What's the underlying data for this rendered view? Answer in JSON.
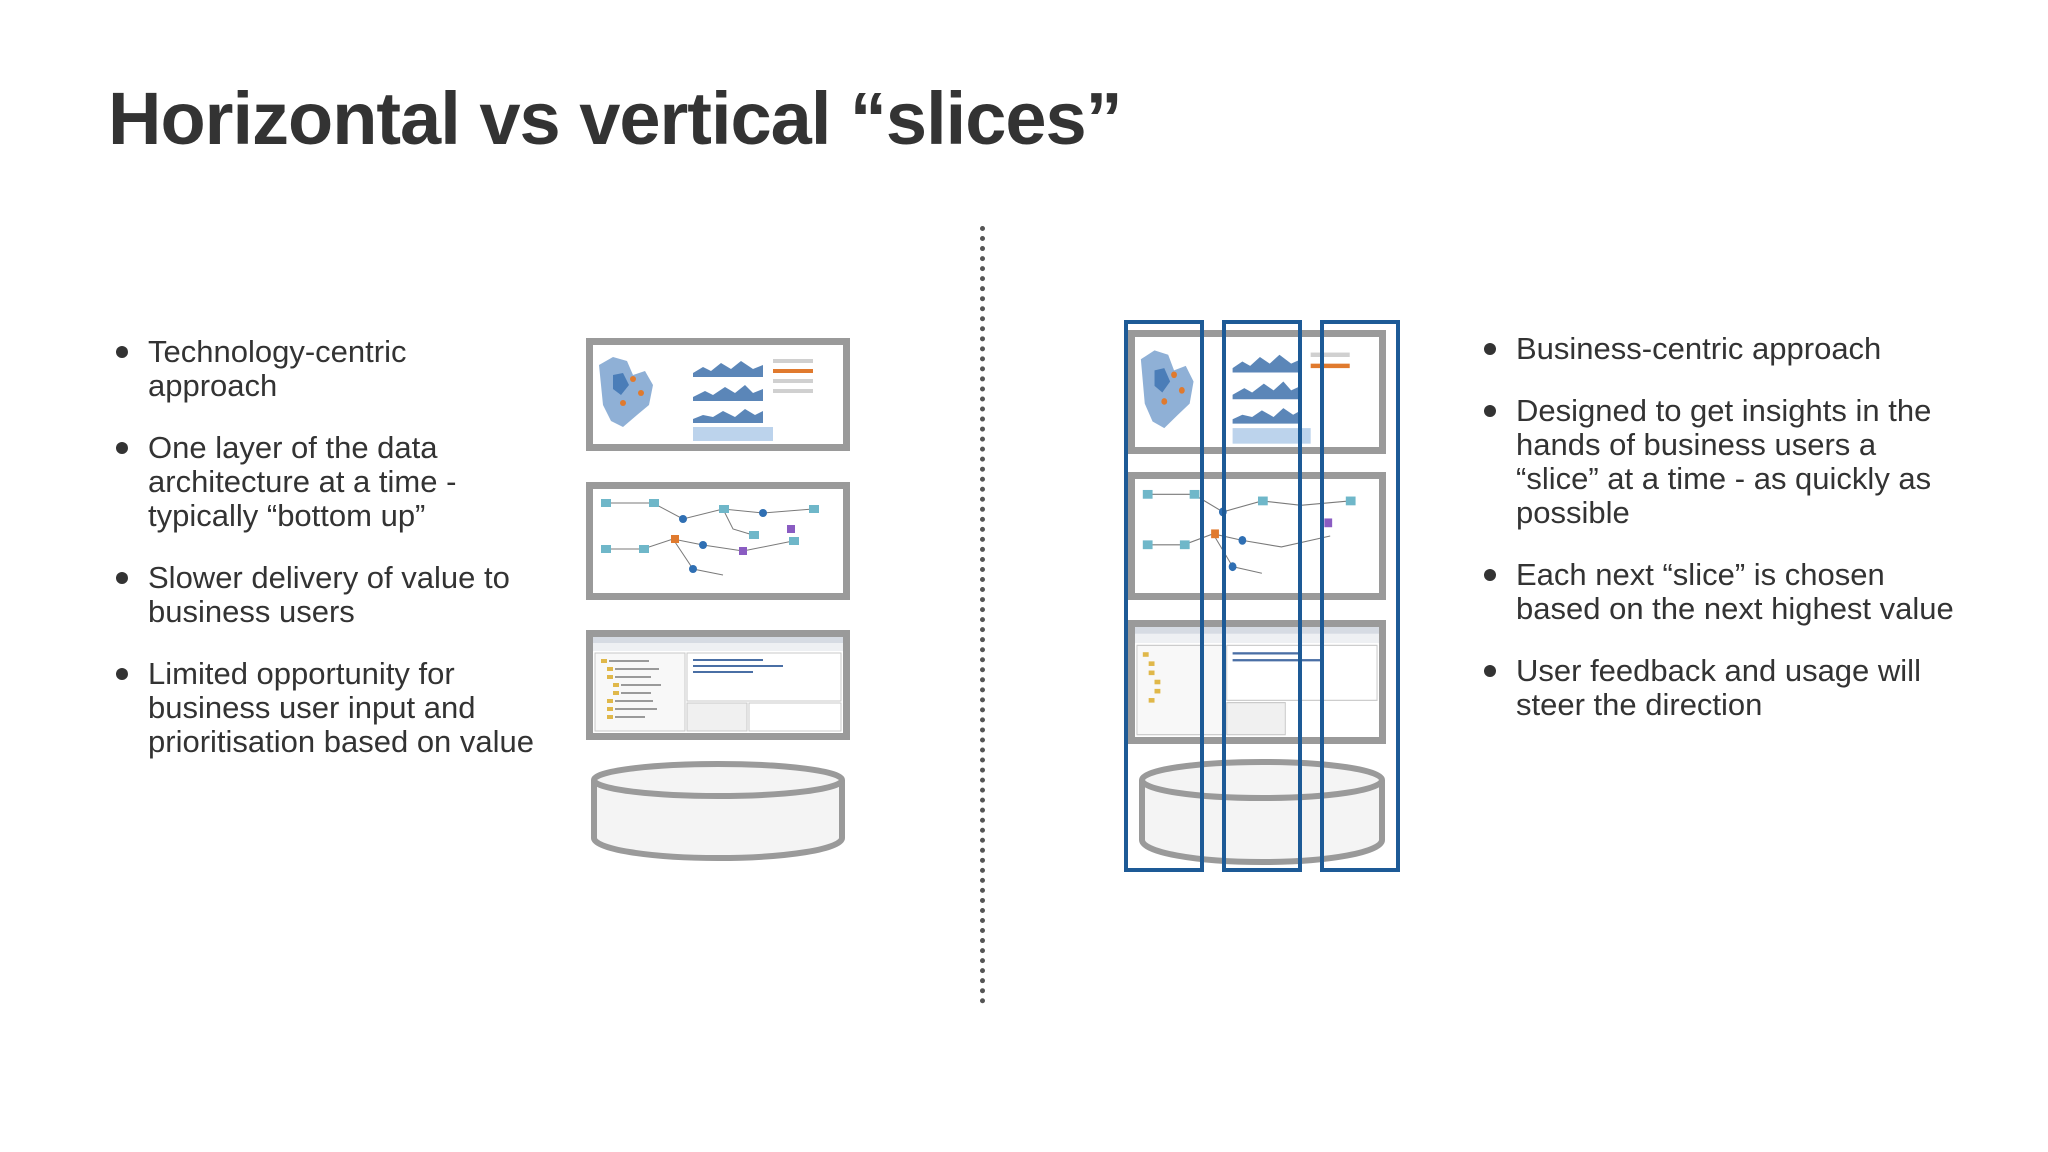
{
  "title": "Horizontal vs vertical “slices”",
  "left": {
    "bullets": [
      "Technology-centric approach",
      "One layer of the data architecture at a time - typically “bottom up”",
      "Slower delivery of value to business users",
      "Limited opportunity for business user input and prioritisation based on value"
    ]
  },
  "right": {
    "bullets": [
      "Business-centric approach",
      "Designed to get insights in the hands of business users a “slice” at a time - as quickly as possible",
      "Each next “slice” is chosen based on the next highest value",
      "User feedback and usage will steer the direction"
    ]
  },
  "colors": {
    "title": "#333333",
    "text": "#333333",
    "panel_border": "#9a9a9a",
    "slice_outline": "#1d5a96",
    "divider": "#555555"
  },
  "icons": {
    "layer_1": "dashboard-screenshot",
    "layer_2": "workflow-screenshot",
    "layer_3": "database-tool-screenshot",
    "layer_4": "database-cylinder"
  }
}
